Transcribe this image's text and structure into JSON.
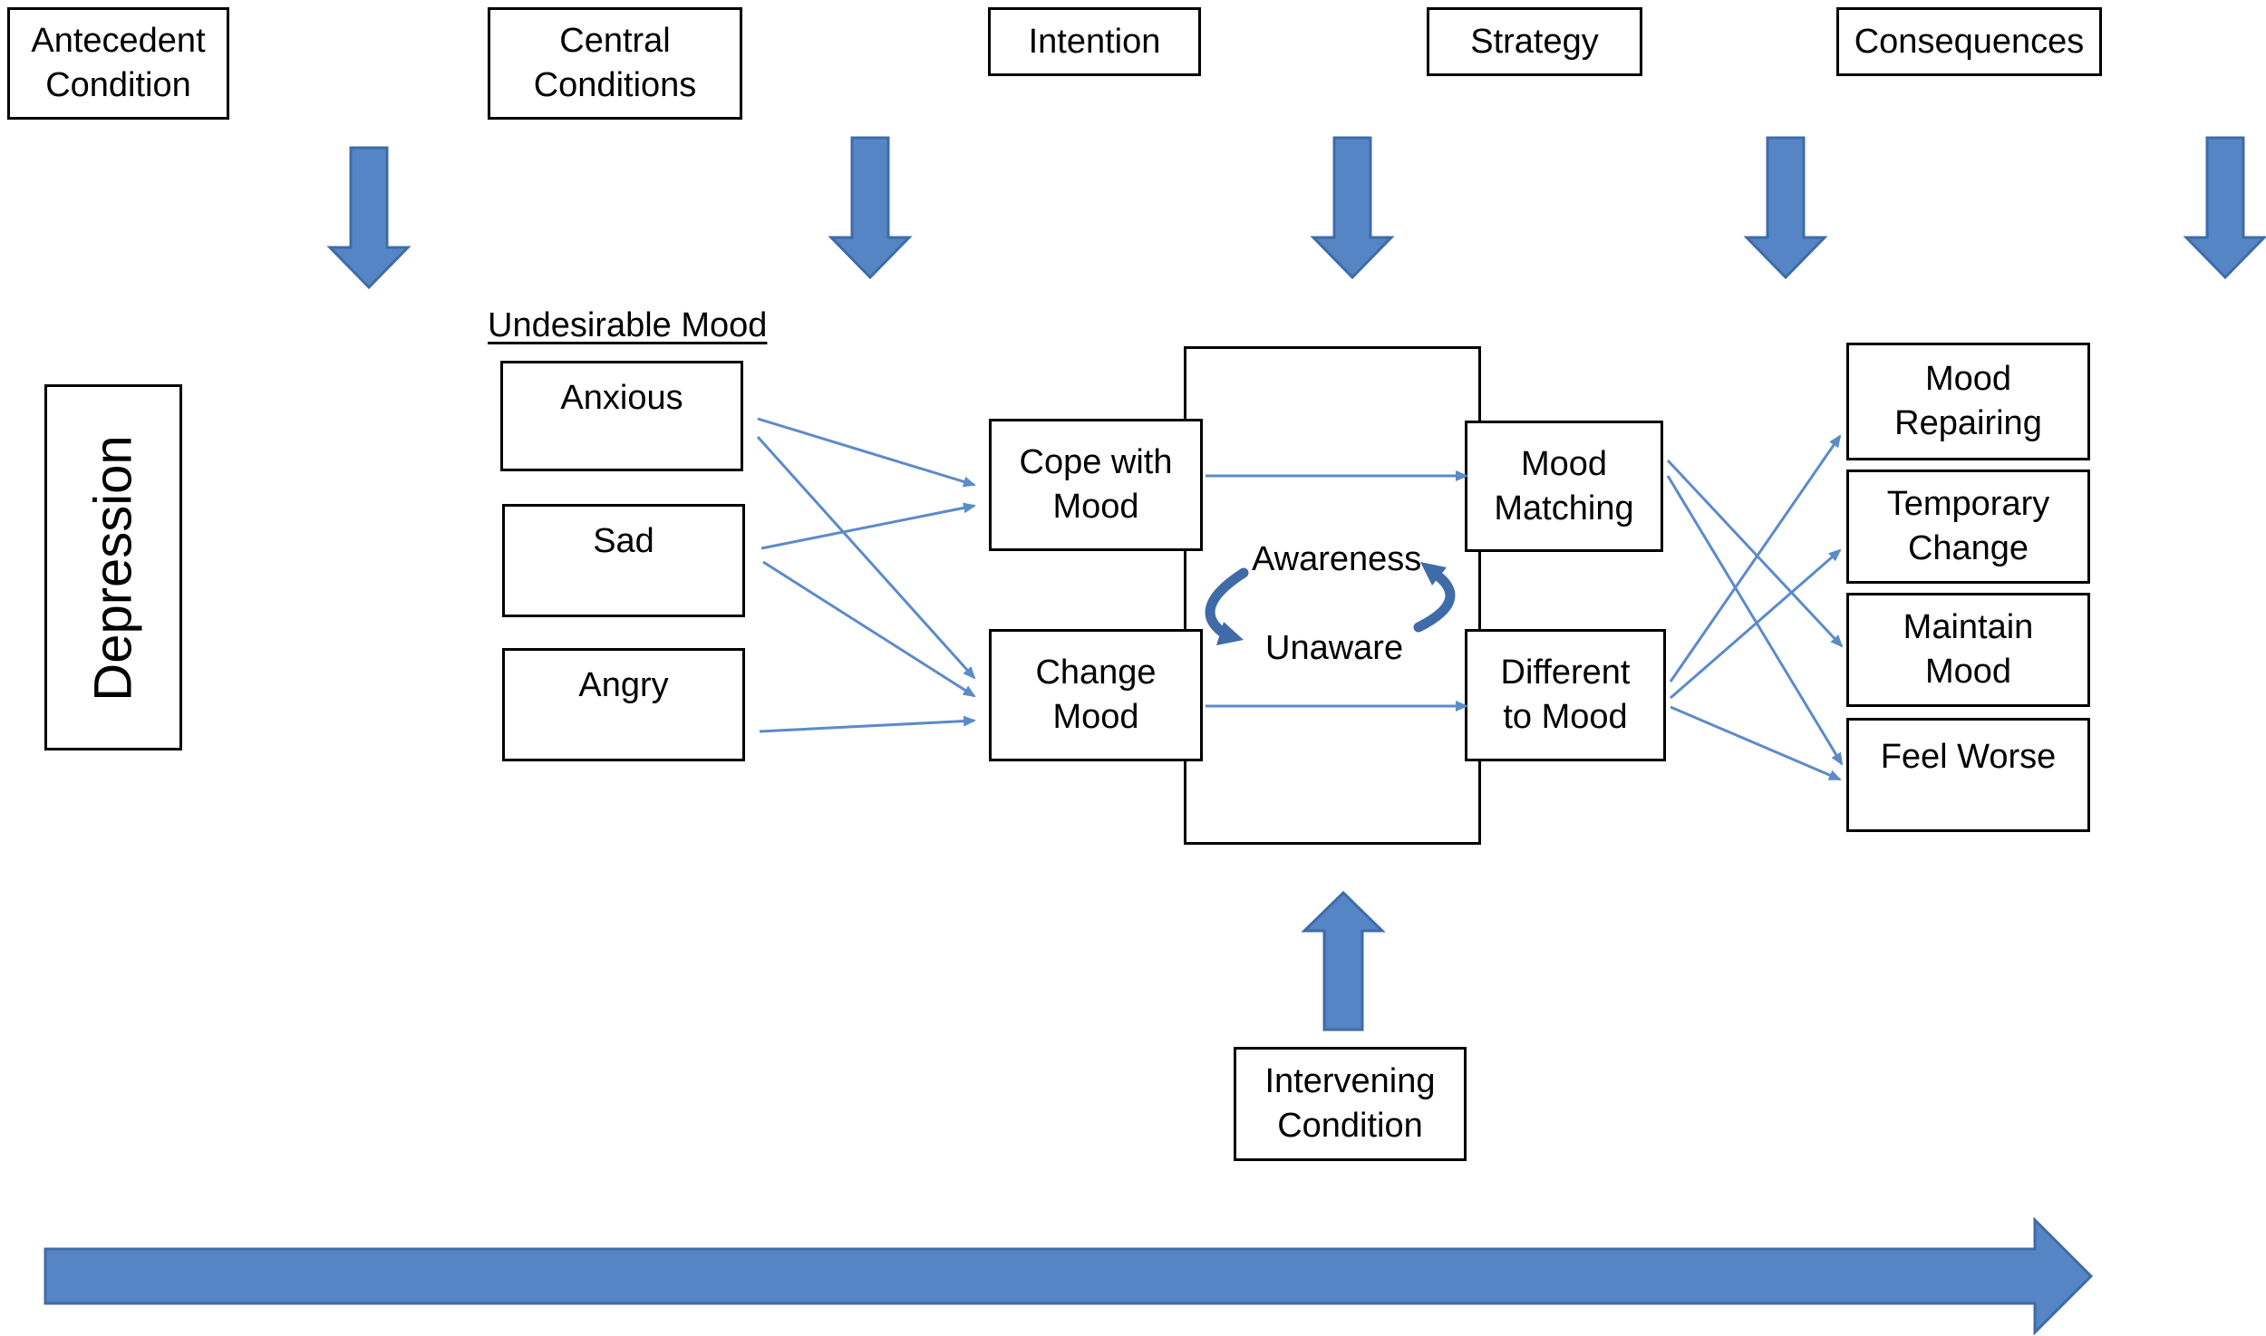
{
  "headers": {
    "antecedent": "Antecedent\nCondition",
    "central": "Central\nConditions",
    "intention": "Intention",
    "strategy": "Strategy",
    "consequences": "Consequences"
  },
  "depression": "Depression",
  "undesirable_mood": "Undesirable Mood",
  "moods": {
    "anxious": "Anxious",
    "sad": "Sad",
    "angry": "Angry"
  },
  "intentions": {
    "cope": "Cope with\nMood",
    "change": "Change\nMood"
  },
  "awareness": {
    "aware": "Awareness",
    "unaware": "Unaware"
  },
  "strategies": {
    "matching": "Mood\nMatching",
    "different": "Different\nto Mood"
  },
  "consequences": {
    "repairing": "Mood\nRepairing",
    "temporary": "Temporary\nChange",
    "maintain": "Maintain\nMood",
    "worse": "Feel Worse"
  },
  "intervening": "Intervening\nCondition",
  "colors": {
    "arrow_fill": "#5585C5",
    "arrow_stroke": "#3F6CA8",
    "connector": "#5B8BC9"
  }
}
